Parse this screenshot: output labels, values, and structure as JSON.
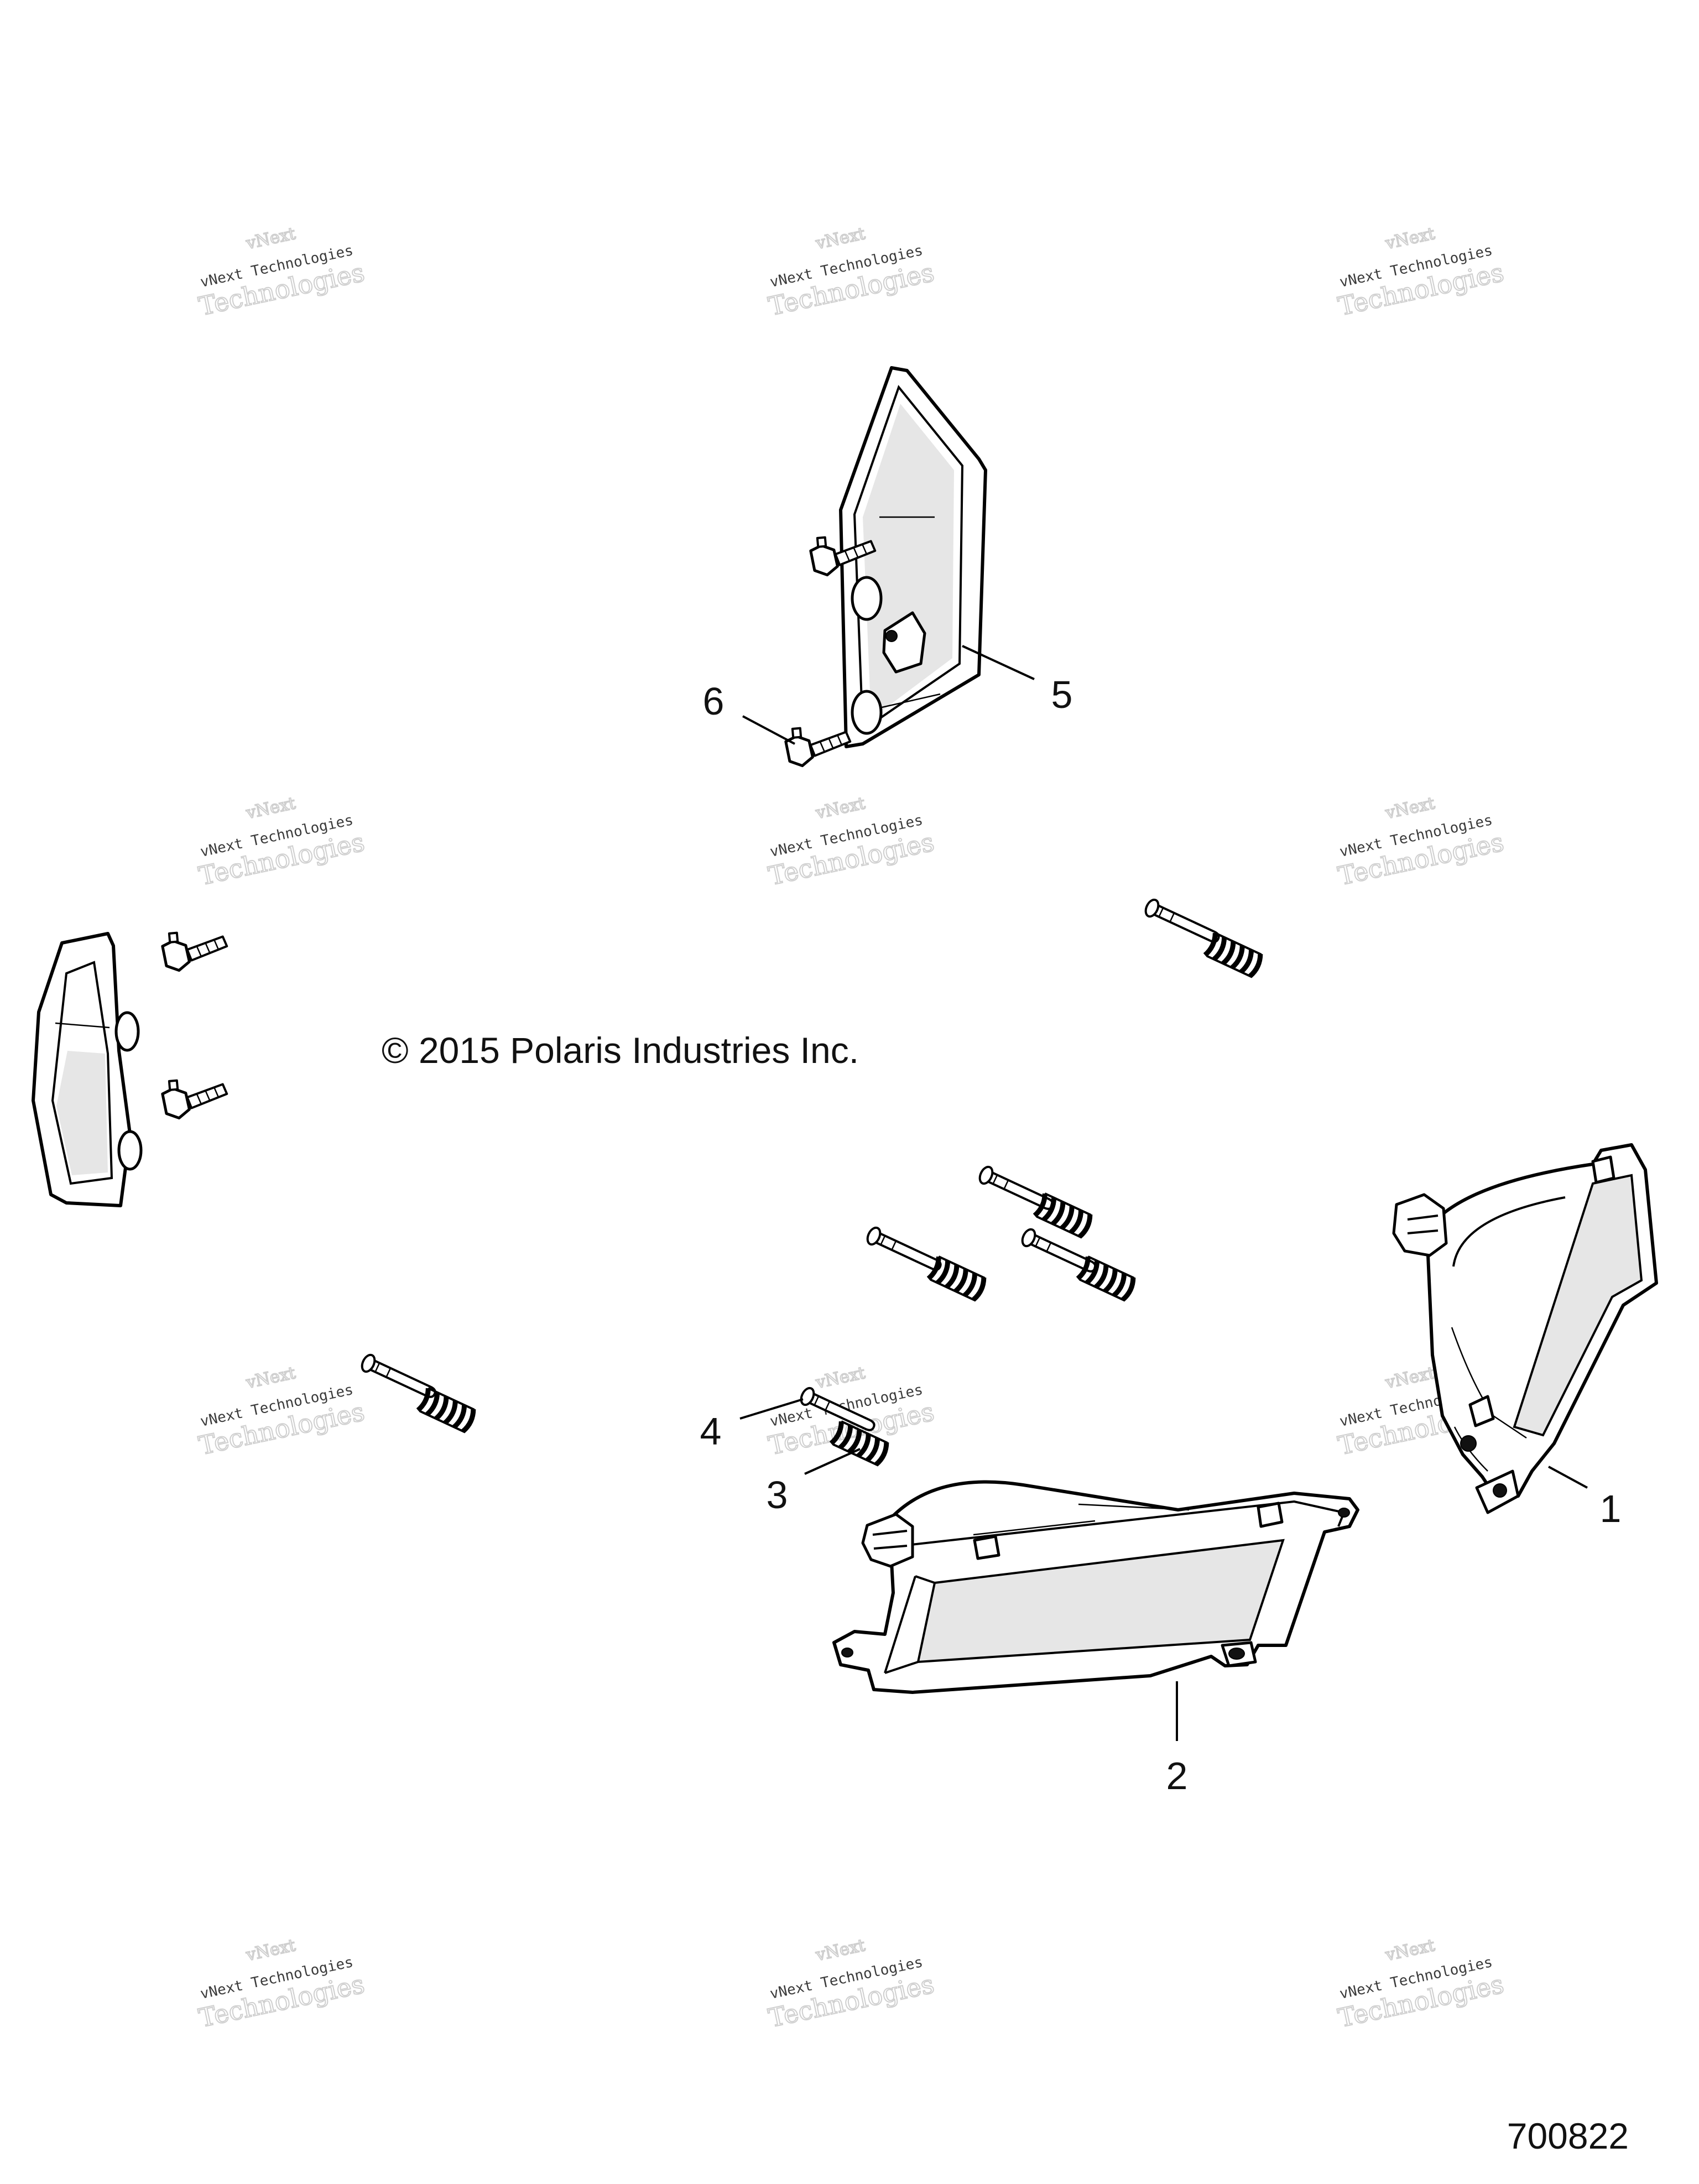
{
  "watermark": {
    "line1": "vNext",
    "line2": "vNext Technologies",
    "line3": "Technologies"
  },
  "copyright": "© 2015 Polaris Industries Inc.",
  "figure_number": "700822",
  "callouts": [
    "1",
    "2",
    "3",
    "4",
    "5",
    "6"
  ]
}
